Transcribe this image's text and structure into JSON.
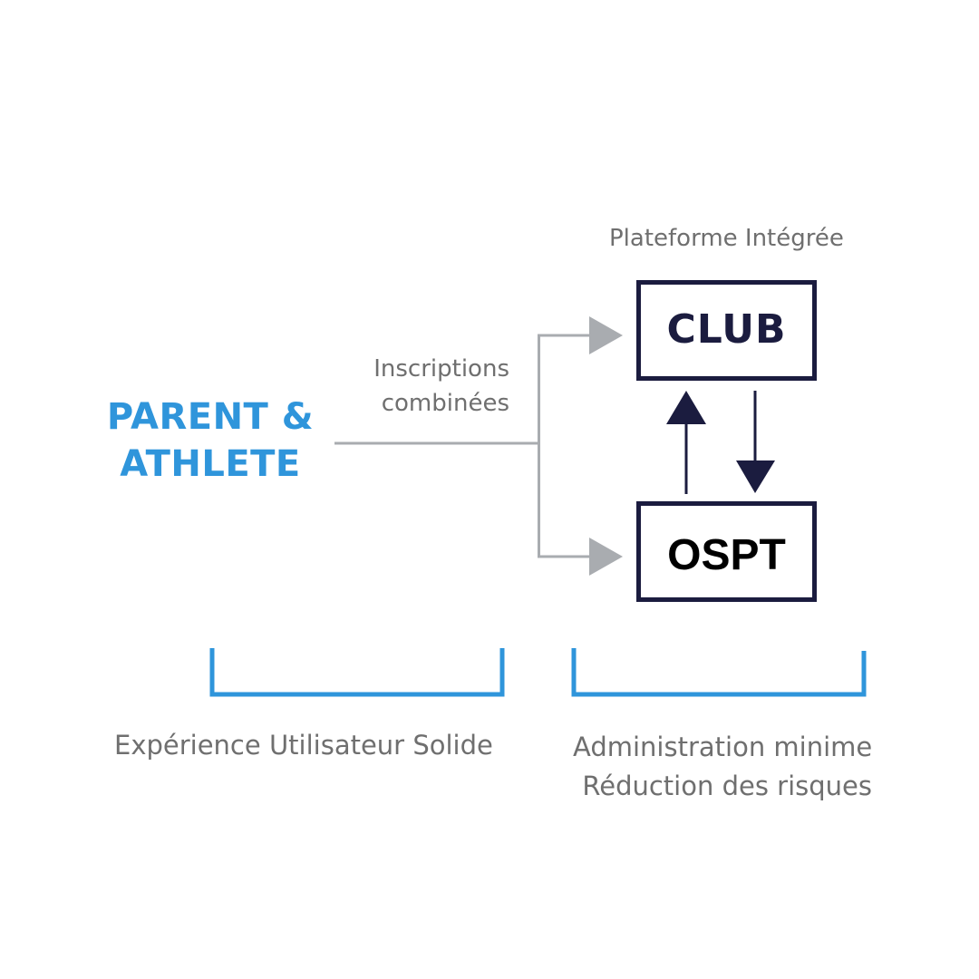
{
  "diagram": {
    "source": {
      "label_line1": "PARENT &",
      "label_line2": "ATHLETE"
    },
    "flow_label": {
      "line1": "Inscriptions",
      "line2": "combinées"
    },
    "platform": {
      "title": "Plateforme Intégrée",
      "top_box": "CLUB",
      "bottom_box": "OSPT"
    },
    "outcomes": {
      "left": "Expérience Utilisateur Solide",
      "right_line1": "Administration minime",
      "right_line2": "Réduction des risques"
    }
  },
  "colors": {
    "brand_blue": "#2f95db",
    "navy": "#1b1c3f",
    "connector_gray": "#a9acb0",
    "text_gray": "#6f6f6f"
  }
}
